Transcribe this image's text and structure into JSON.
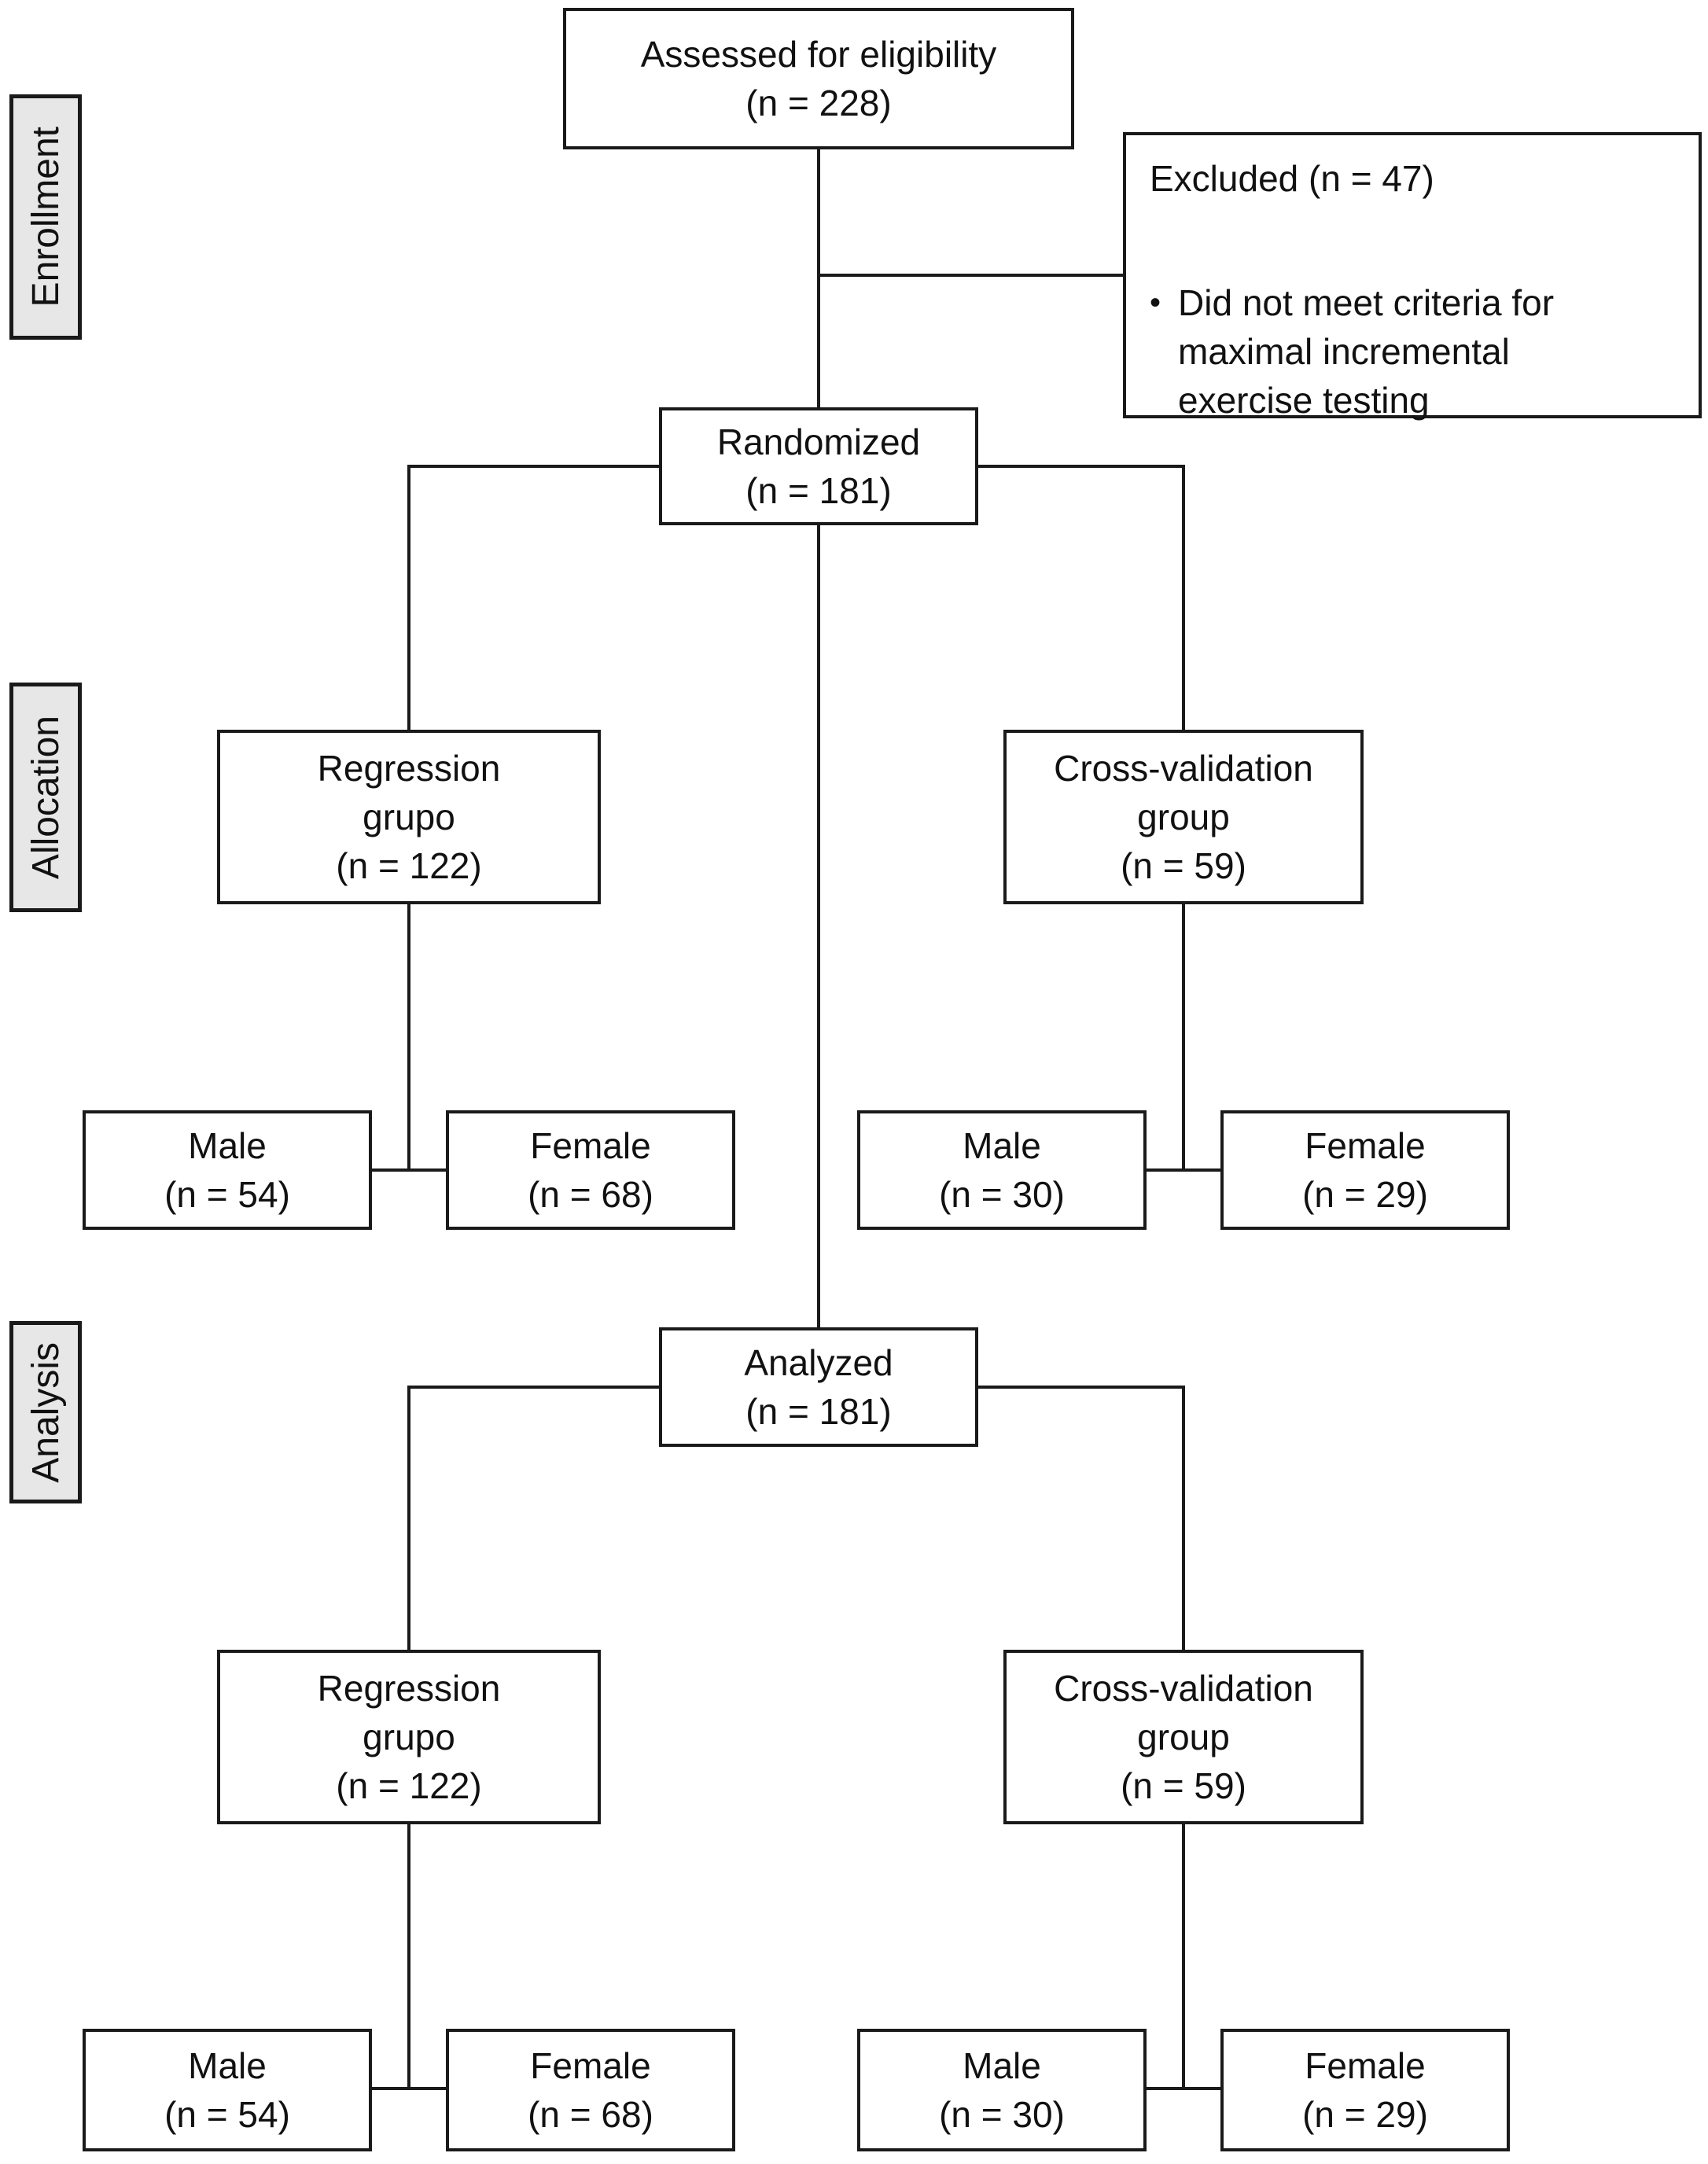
{
  "colors": {
    "box_background": "#ffffff",
    "box_border": "#1a1a1a",
    "connector_line": "#1a1a1a",
    "stage_label_background": "#e7e7e7",
    "text": "#111111"
  },
  "bullet_glyph": "•",
  "stages": {
    "enrollment": "Enrollment",
    "allocation": "Allocation",
    "analysis": "Analysis"
  },
  "nodes": {
    "assessed": {
      "lines": [
        "Assessed for eligibility",
        "(n = 228)"
      ]
    },
    "excluded": {
      "title": "Excluded (n = 47)",
      "bullet": "Did not meet criteria for maximal incremental exercise testing"
    },
    "randomized": {
      "lines": [
        "Randomized",
        "(n = 181)"
      ]
    },
    "regression_allocation": {
      "lines": [
        "Regression",
        "grupo",
        "(n = 122)"
      ]
    },
    "crossvalidation_allocation": {
      "lines": [
        "Cross-validation",
        "group",
        "(n = 59)"
      ]
    },
    "male_regression_allocation": {
      "lines": [
        "Male",
        "(n = 54)"
      ]
    },
    "female_regression_allocation": {
      "lines": [
        "Female",
        "(n = 68)"
      ]
    },
    "male_crossvalidation_allocation": {
      "lines": [
        "Male",
        "(n = 30)"
      ]
    },
    "female_crossvalidation_allocation": {
      "lines": [
        "Female",
        "(n = 29)"
      ]
    },
    "analyzed": {
      "lines": [
        "Analyzed",
        "(n = 181)"
      ]
    },
    "regression_analysis": {
      "lines": [
        "Regression",
        "grupo",
        "(n = 122)"
      ]
    },
    "crossvalidation_analysis": {
      "lines": [
        "Cross-validation",
        "group",
        "(n = 59)"
      ]
    },
    "male_regression_analysis": {
      "lines": [
        "Male",
        "(n = 54)"
      ]
    },
    "female_regression_analysis": {
      "lines": [
        "Female",
        "(n = 68)"
      ]
    },
    "male_crossvalidation_analysis": {
      "lines": [
        "Male",
        "(n = 30)"
      ]
    },
    "female_crossvalidation_analysis": {
      "lines": [
        "Female",
        "(n = 29)"
      ]
    }
  }
}
